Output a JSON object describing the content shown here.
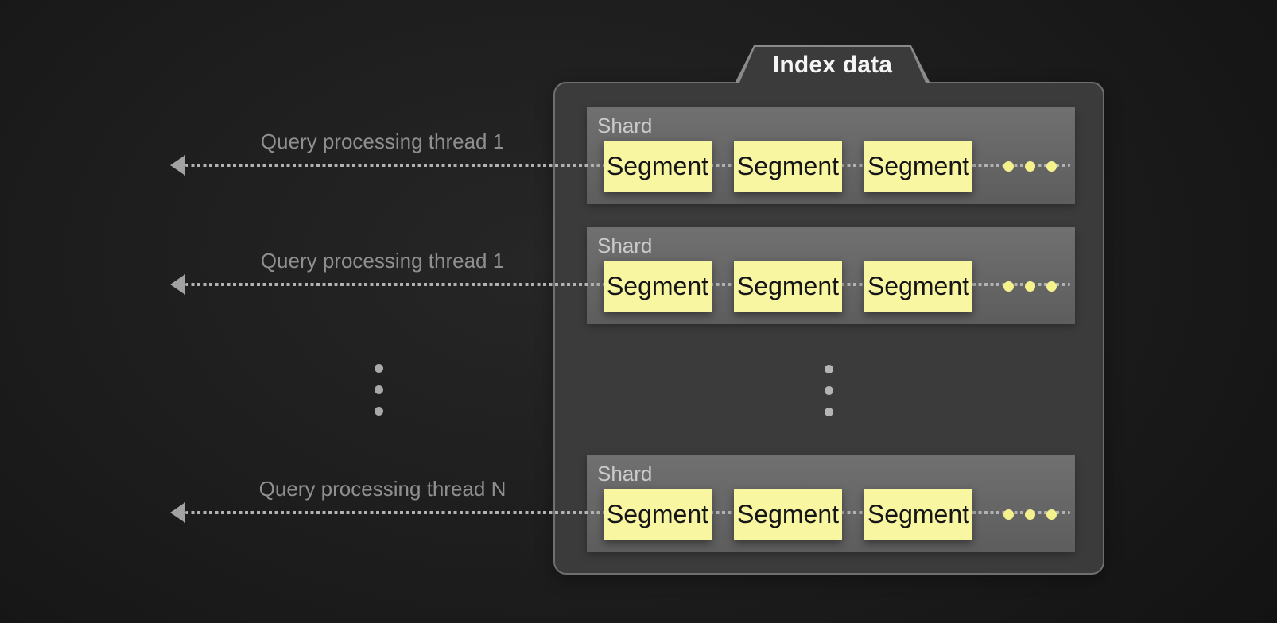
{
  "title": "Index data",
  "threads": [
    {
      "label": "Query processing thread 1"
    },
    {
      "label": "Query processing thread 1"
    },
    {
      "label": "Query processing thread N"
    }
  ],
  "shards": [
    {
      "label": "Shard",
      "segments": [
        "Segment",
        "Segment",
        "Segment"
      ],
      "more_segments_dots": 3
    },
    {
      "label": "Shard",
      "segments": [
        "Segment",
        "Segment",
        "Segment"
      ],
      "more_segments_dots": 3
    },
    {
      "label": "Shard",
      "segments": [
        "Segment",
        "Segment",
        "Segment"
      ],
      "more_segments_dots": 3
    }
  ],
  "vertical_ellipsis": {
    "left_dots": 3,
    "panel_dots": 3
  },
  "colors": {
    "page_bg": "#1c1c1c",
    "container_bg": "#3b3b3b",
    "container_border": "#6f6f6f",
    "tab_border": "#8a8a8a",
    "title_text": "#f5f5f5",
    "shard_bg_top": "#707070",
    "shard_bg_bottom": "#5d5d5d",
    "shard_label_text": "#cbcbcb",
    "segment_bg": "#f8f6a0",
    "segment_text": "#161616",
    "segment_dot": "#f5f28e",
    "arrow": "#b2b2b2",
    "arrowhead": "#a2a2a2",
    "thread_label_text": "#8f8f8f",
    "ellipsis_dot": "#a9a9a9",
    "ellipsis_dot_panel": "#b5b5b5"
  }
}
